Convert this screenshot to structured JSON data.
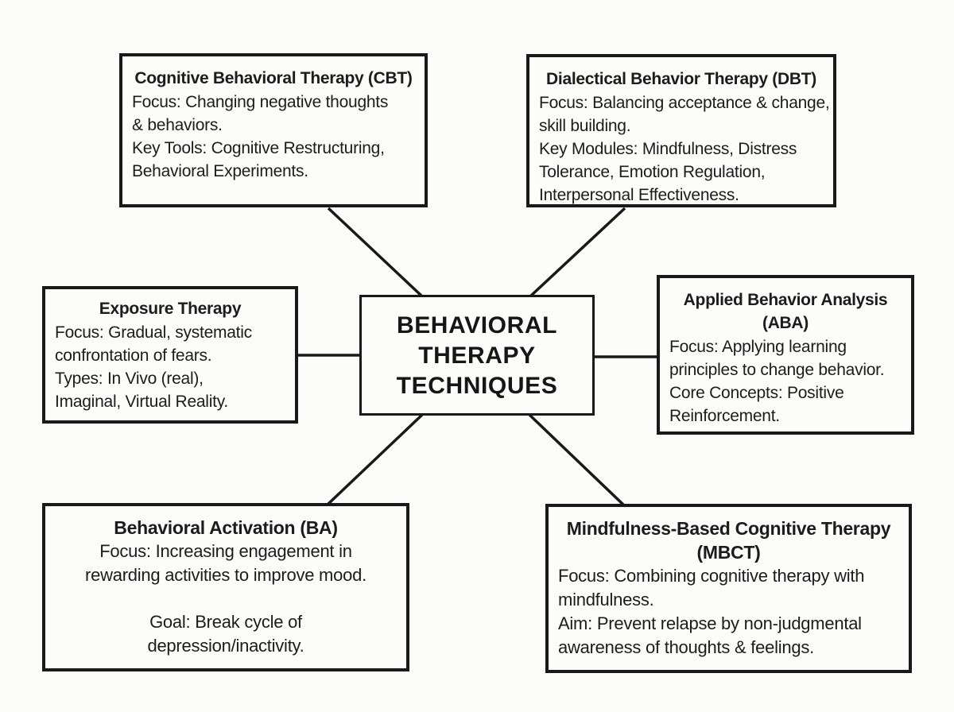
{
  "colors": {
    "background": "#fcfcfa",
    "ink": "#1c1c1c",
    "border": "#191919"
  },
  "center": {
    "lines": [
      "BEHAVIORAL",
      "THERAPY",
      "TECHNIQUES"
    ]
  },
  "nodes": {
    "cbt": {
      "title_lines": [
        "Cognitive Behavioral Therapy (CBT)"
      ],
      "body_lines": [
        "Focus: Changing negative thoughts",
        "& behaviors.",
        "Key Tools: Cognitive Restructuring,",
        "Behavioral Experiments."
      ]
    },
    "dbt": {
      "title_lines": [
        "Dialectical Behavior Therapy (DBT)"
      ],
      "body_lines": [
        "Focus: Balancing acceptance & change,",
        "skill building.",
        "Key Modules: Mindfulness, Distress",
        "Tolerance, Emotion Regulation,",
        "Interpersonal Effectiveness."
      ]
    },
    "exposure": {
      "title_lines": [
        "Exposure Therapy"
      ],
      "body_lines": [
        "Focus: Gradual, systematic",
        "confrontation of fears.",
        "Types: In Vivo (real),",
        "Imaginal, Virtual Reality."
      ]
    },
    "aba": {
      "title_lines": [
        "Applied Behavior Analysis",
        "(ABA)"
      ],
      "body_lines": [
        "Focus: Applying learning",
        "principles to change behavior.",
        "Core Concepts: Positive",
        "Reinforcement."
      ]
    },
    "ba": {
      "title_lines": [
        "Behavioral Activation (BA)"
      ],
      "body_lines": [
        "Focus: Increasing engagement in",
        "rewarding activities to improve mood.",
        "",
        "Goal: Break cycle of",
        "depression/inactivity."
      ]
    },
    "mbct": {
      "title_lines": [
        "Mindfulness-Based Cognitive Therapy",
        "(MBCT)"
      ],
      "body_lines": [
        "Focus: Combining cognitive therapy with",
        "mindfulness.",
        "Aim: Prevent relapse by non-judgmental",
        "awareness of thoughts & feelings."
      ]
    }
  }
}
